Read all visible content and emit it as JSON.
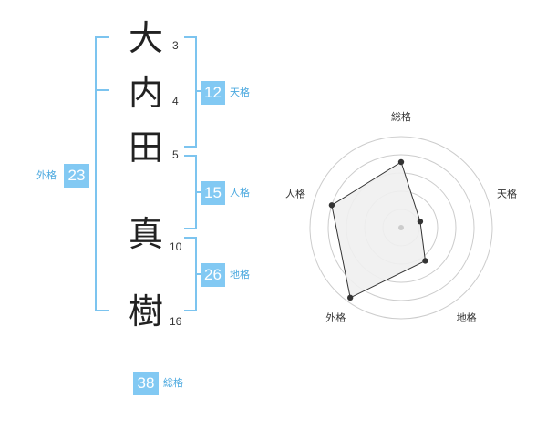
{
  "name_chars": [
    {
      "char": "大",
      "strokes": "3"
    },
    {
      "char": "内",
      "strokes": "4"
    },
    {
      "char": "田",
      "strokes": "5"
    },
    {
      "char": "真",
      "strokes": "10"
    },
    {
      "char": "樹",
      "strokes": "16"
    }
  ],
  "kakusu": {
    "tenkaku": {
      "value": "12",
      "label": "天格"
    },
    "jinkaku": {
      "value": "15",
      "label": "人格"
    },
    "chikaku": {
      "value": "26",
      "label": "地格"
    },
    "gaikaku": {
      "value": "23",
      "label": "外格"
    },
    "soukaku": {
      "value": "38",
      "label": "総格"
    }
  },
  "chart_data": {
    "type": "radar",
    "axes": [
      "総格",
      "天格",
      "地格",
      "外格",
      "人格"
    ],
    "values": [
      0.72,
      0.22,
      0.45,
      0.95,
      0.8
    ],
    "range": [
      0,
      1
    ],
    "rings": 5,
    "colors": {
      "fill": "#f0f0f0",
      "stroke": "#333333",
      "ring": "#cccccc",
      "point": "#333333"
    }
  }
}
